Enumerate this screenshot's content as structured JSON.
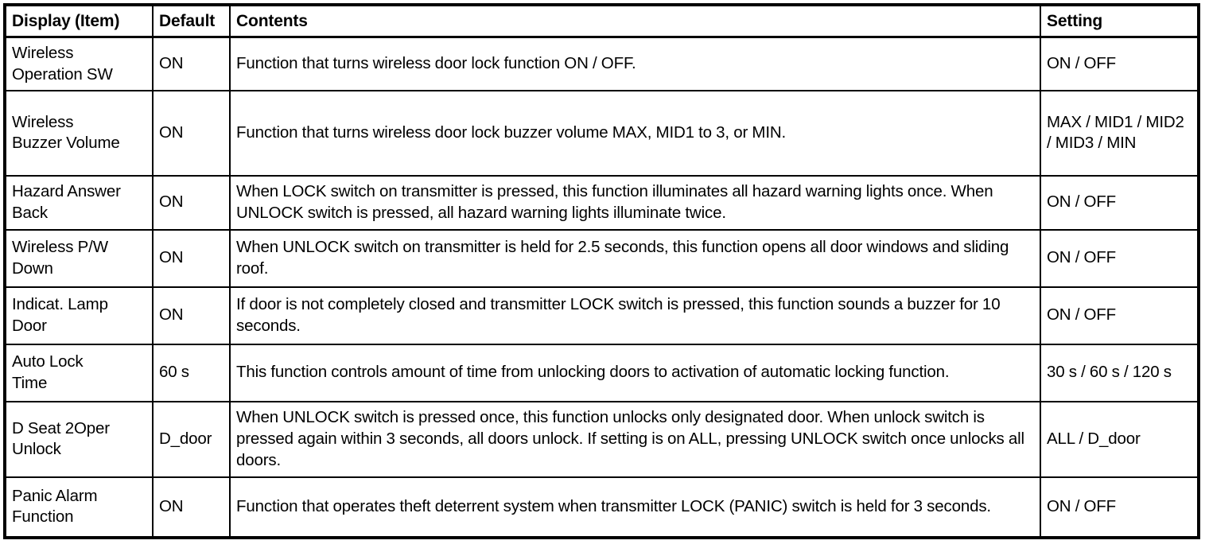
{
  "table": {
    "headers": {
      "display": "Display (Item)",
      "default": "Default",
      "contents": "Contents",
      "setting": "Setting"
    },
    "rows": [
      {
        "display": "Wireless\nOperation SW",
        "default": "ON",
        "contents": "Function that turns wireless door lock function ON / OFF.",
        "setting": "ON / OFF"
      },
      {
        "display": "Wireless\nBuzzer Volume",
        "default": "ON",
        "contents": "Function that turns wireless door lock buzzer volume MAX, MID1 to 3, or MIN.",
        "setting": "MAX / MID1 / MID2 / MID3 / MIN"
      },
      {
        "display": "Hazard Answer\nBack",
        "default": "ON",
        "contents": "When LOCK switch on transmitter is pressed, this function illuminates all hazard warning lights once. When UNLOCK switch is pressed, all hazard warning lights illuminate twice.",
        "setting": "ON / OFF"
      },
      {
        "display": "Wireless P/W\nDown",
        "default": "ON",
        "contents": "When UNLOCK switch on transmitter is held for 2.5 seconds, this function opens all door windows and sliding roof.",
        "setting": "ON / OFF"
      },
      {
        "display": "Indicat. Lamp\nDoor",
        "default": "ON",
        "contents": "If door is not completely closed and transmitter LOCK switch is pressed, this function sounds a buzzer for 10 seconds.",
        "setting": "ON / OFF"
      },
      {
        "display": "Auto Lock\nTime",
        "default": "60 s",
        "contents": "This function controls amount of time from unlocking doors to activation of automatic locking function.",
        "setting": "30 s / 60 s / 120 s"
      },
      {
        "display": "D Seat 2Oper\nUnlock",
        "default": "D_door",
        "contents": "When UNLOCK switch is pressed once, this function unlocks only designated door. When unlock switch is pressed again within 3 seconds, all doors unlock. If setting is on ALL, pressing UNLOCK switch once unlocks all doors.",
        "setting": "ALL / D_door"
      },
      {
        "display": "Panic Alarm\nFunction",
        "default": "ON",
        "contents": "Function that operates theft deterrent system when transmitter LOCK (PANIC) switch is held for 3 seconds.",
        "setting": "ON / OFF"
      }
    ]
  },
  "colors": {
    "text": "#000000",
    "background": "#ffffff",
    "border": "#000000"
  }
}
